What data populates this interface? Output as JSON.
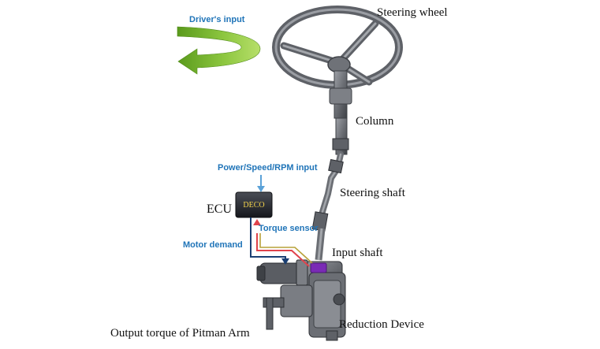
{
  "labels": {
    "drivers_input": "Driver's input",
    "steering_wheel": "Steering wheel",
    "column": "Column",
    "power_input": "Power/Speed/RPM input",
    "ecu": "ECU",
    "ecu_badge": "DECO",
    "torque_sensor": "Torque sensor",
    "steering_shaft": "Steering shaft",
    "motor_demand": "Motor demand",
    "input_shaft": "Input shaft",
    "reduction_device": "Reduction Device",
    "output_torque": "Output torque of Pitman Arm"
  },
  "colors": {
    "annotation_blue": "#1f74b8",
    "arrow_green_dark": "#5a9a1c",
    "arrow_green_light": "#a6d64a",
    "motor_wire": "#1a3f73",
    "torque_wire": "#e0434b",
    "sensor_wire": "#b8a23a",
    "sensor_purple": "#7a2bb5",
    "metal_gray": "#6b6e74",
    "badge_yellow": "#f2d24a"
  },
  "icons": {
    "rotation": "curved-arrow-icon",
    "input": "down-arrow-icon"
  }
}
